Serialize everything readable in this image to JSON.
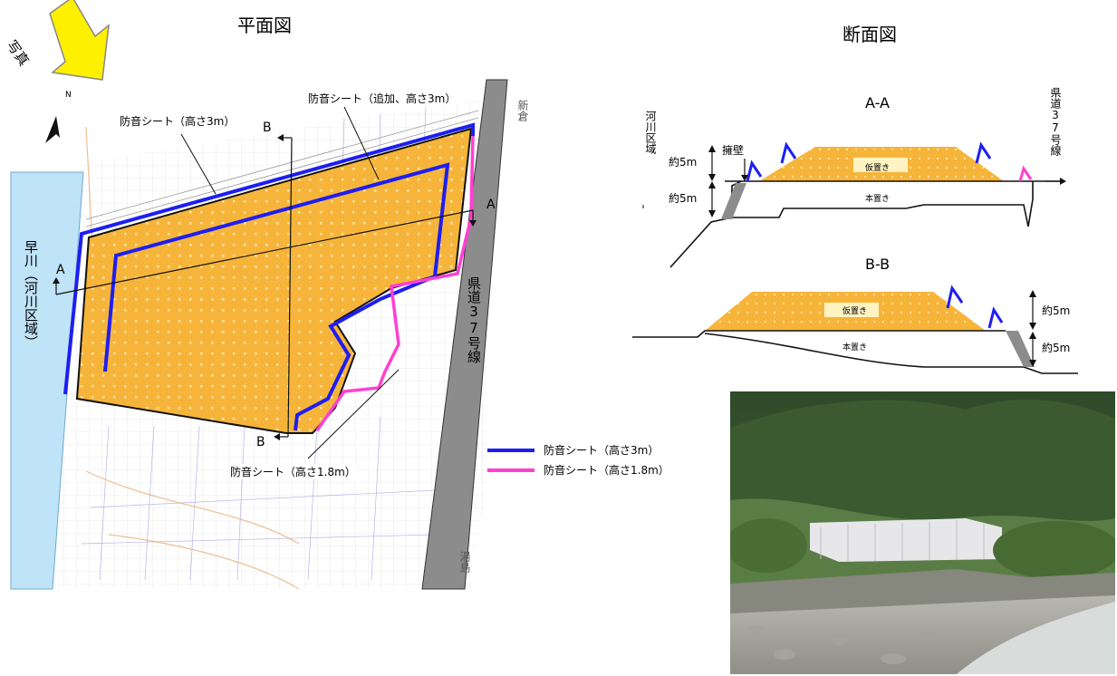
{
  "titles": {
    "plan": "平面図",
    "section": "断面図"
  },
  "plan": {
    "photo_arrow": "写真",
    "north_marker": "N",
    "river_name": "早川（河川区域）",
    "road_name": "県道37号線",
    "to_north": "新倉",
    "to_south": "湯島",
    "section_a": "A",
    "section_b": "B",
    "callout_sheet_3m": "防音シート（高さ3m）",
    "callout_sheet_added": "防音シート（追加、高さ3m）",
    "callout_sheet_18m": "防音シート（高さ1.8m）"
  },
  "legend": [
    {
      "label": "防音シート（高さ3m）",
      "color": "#1e1ef0"
    },
    {
      "label": "防音シート（高さ1.8m）",
      "color": "#ff3fd2"
    }
  ],
  "section_aa": {
    "title": "A-A",
    "left_label": "河川区域",
    "right_label": "県道37号線",
    "wall_label": "擁壁",
    "height_upper": "約5m",
    "height_lower": "約5m",
    "temp_pile": "仮置き",
    "main_pile": "本置き"
  },
  "section_bb": {
    "title": "B-B",
    "height_upper": "約5m",
    "height_lower": "約5m",
    "temp_pile": "仮置き",
    "main_pile": "本置き"
  },
  "colors": {
    "pile": "#f6b53a",
    "river": "#bfe3f7",
    "road": "#8c8c8c",
    "sheet_3m": "#1e1ef0",
    "sheet_18m": "#ff3fd2",
    "arrow": "#fff000"
  }
}
